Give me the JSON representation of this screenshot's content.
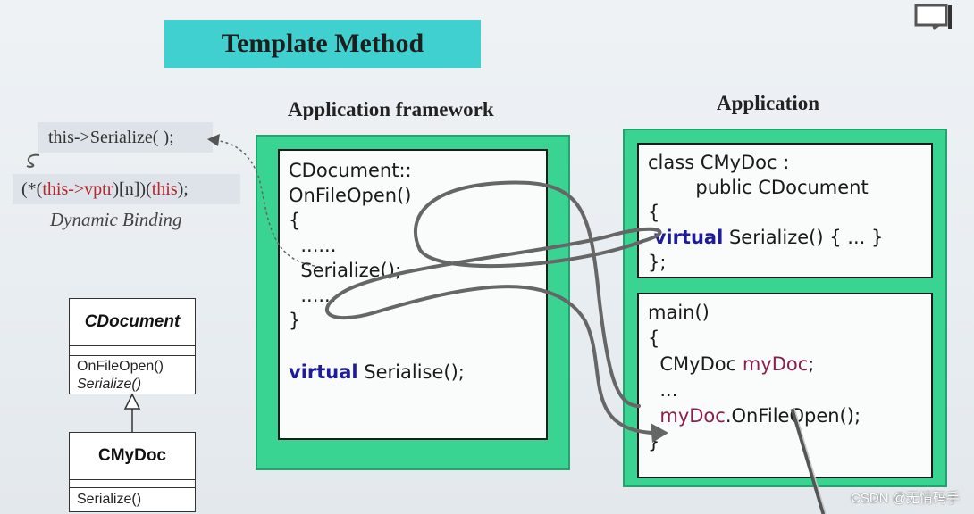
{
  "title": "Template Method",
  "labels": {
    "framework": "Application framework",
    "application": "Application"
  },
  "dynamic": {
    "line1": "this->Serialize( );",
    "line2_prefix": "(*(",
    "line2_this": "this->vptr",
    "line2_mid": ")[n])(",
    "line2_this2": "this",
    "line2_suffix": ");",
    "caption": "Dynamic Binding"
  },
  "framework_code": {
    "l1": "CDocument::",
    "l2": "OnFileOpen()",
    "l3": "{",
    "l4": "......",
    "l5": "Serialize();",
    "l6": "......",
    "l7": "}",
    "kw": "virtual",
    "decl": " Serialise();"
  },
  "app_class_code": {
    "l1": "class CMyDoc :",
    "l2": "public CDocument",
    "l3": "{",
    "kw": "virtual",
    "l4": " Serialize() { ... }",
    "l5": "};"
  },
  "app_main_code": {
    "l1": "main()",
    "l2": "{",
    "l3a": "CMyDoc ",
    "l3b": "myDoc",
    "l3c": ";",
    "l4": "...",
    "l5a": "myDoc",
    "l5b": ".OnFileOpen();",
    "l6": "}"
  },
  "uml": {
    "base_name": "CDocument",
    "base_op1": "OnFileOpen()",
    "base_op2": "Serialize()",
    "derived_name": "CMyDoc",
    "derived_op1": "Serialize()"
  },
  "watermark": "CSDN @无情码手",
  "icons": [
    "chat-bubble-icon"
  ],
  "colors": {
    "accent_title": "#3fd0cf",
    "frame_green": "#39d392",
    "keyword": "#1d1d9c",
    "object_ref": "#8b1f4a"
  }
}
